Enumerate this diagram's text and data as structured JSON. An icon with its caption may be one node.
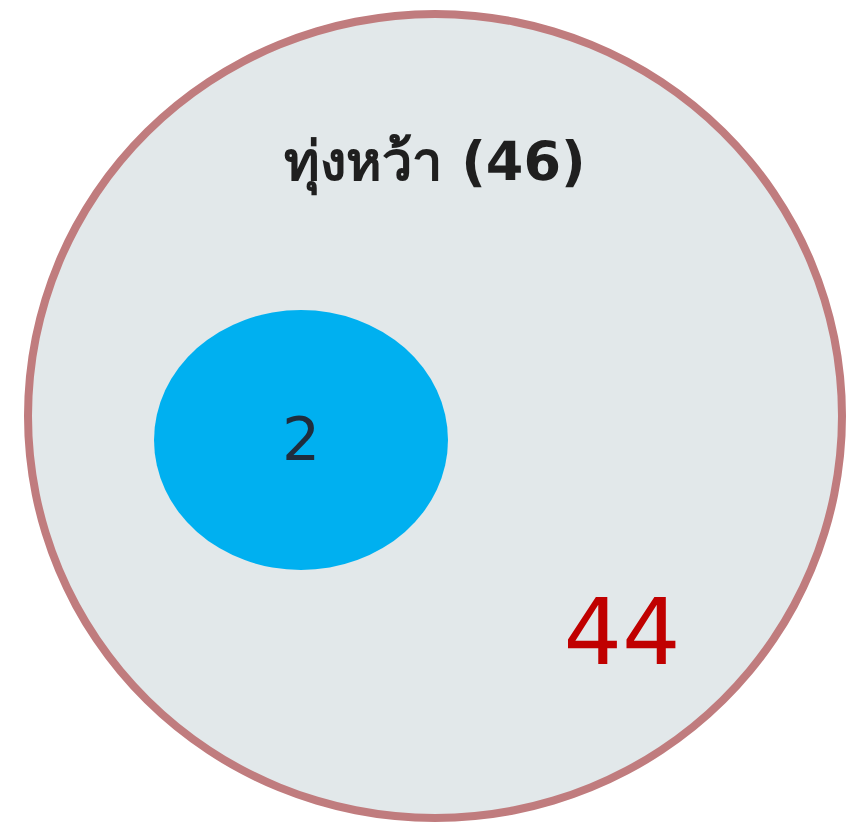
{
  "diagram": {
    "nodes": [
      {
        "text": [
          "ทุ่งหว้า (46)",
          "44"
        ]
      },
      {
        "text": [
          "2"
        ],
        "in": 0
      }
    ]
  }
}
